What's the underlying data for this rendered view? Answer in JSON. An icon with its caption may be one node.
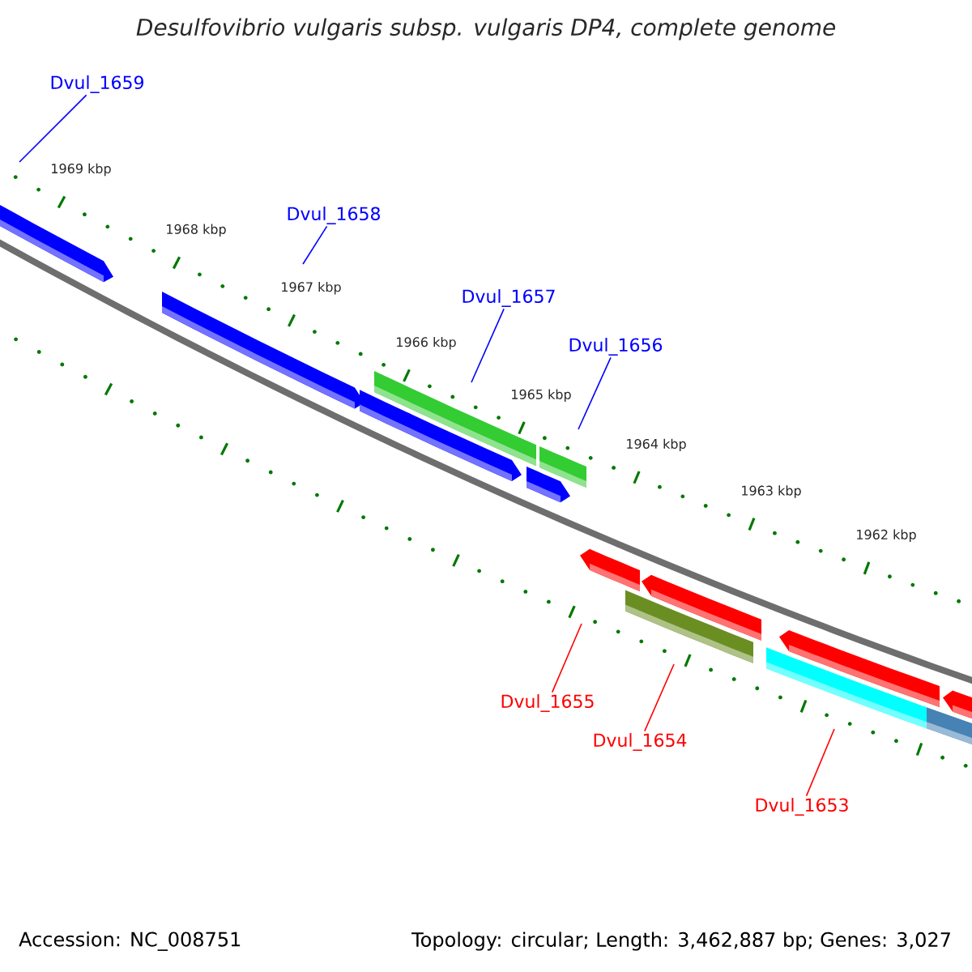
{
  "diagram": {
    "title": "Desulfovibrio vulgaris subsp. vulgaris DP4, complete genome",
    "nodes": [
      {
        "text": [
          "Dvul_1659"
        ]
      },
      {
        "text": [
          "Dvul_1658"
        ]
      },
      {
        "text": [
          "Dvul_1657"
        ]
      },
      {
        "text": [
          "Dvul_1656"
        ]
      },
      {
        "text": [
          "Dvul_1655"
        ]
      },
      {
        "text": [
          "Dvul_1654"
        ]
      },
      {
        "text": [
          "Dvul_1653"
        ]
      }
    ],
    "edges": [
      {
        "from": 0,
        "to": null,
        "arrow": "none"
      },
      {
        "from": 1,
        "to": null,
        "arrow": "none"
      },
      {
        "from": 2,
        "to": null,
        "arrow": "none"
      },
      {
        "from": 3,
        "to": null,
        "arrow": "none"
      },
      {
        "from": 4,
        "to": null,
        "arrow": "none",
        "color": "#ff0000"
      },
      {
        "from": 5,
        "to": null,
        "arrow": "none",
        "color": "#ff0000"
      },
      {
        "from": 6,
        "to": null,
        "arrow": "none",
        "color": "#ff0000"
      }
    ],
    "labels": [
      "1969 kbp",
      "1968 kbp",
      "1967 kbp",
      "1966 kbp",
      "1965 kbp",
      "1964 kbp",
      "1963 kbp",
      "1962 kbp",
      "Accession: NC_008751",
      "Topology: circular; Length: 3,462,887 bp; Genes: 3,027"
    ]
  }
}
